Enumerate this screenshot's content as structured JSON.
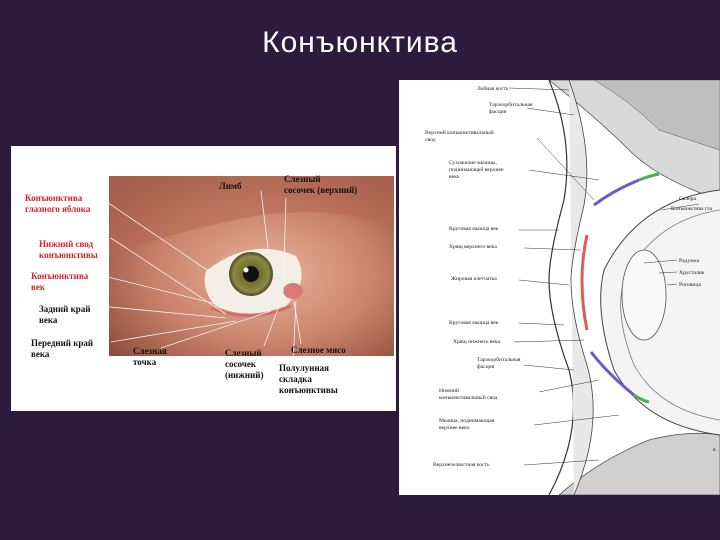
{
  "slide": {
    "title": "Конъюнктива"
  },
  "photo_diagram": {
    "labels_red": {
      "conj_globe_1": "Конъюнктива",
      "conj_globe_2": "глазного яблока",
      "lower_fornix_1": "Нижний свод",
      "lower_fornix_2": "конъюнктивы",
      "conj_lid_1": "Конъюнктива",
      "conj_lid_2": "век"
    },
    "labels_black": {
      "limb": "Лимб",
      "upper_punctum_1": "Слезный",
      "upper_punctum_2": "сосочек (верхний)",
      "posterior_edge_1": "Задний край",
      "posterior_edge_2": "века",
      "anterior_edge_1": "Передний край",
      "anterior_edge_2": "века",
      "lacrimal_point_1": "Слезная",
      "lacrimal_point_2": "точка",
      "lower_punctum_1": "Слезный",
      "lower_punctum_2": "сосочек",
      "lower_punctum_3": "(нижний)",
      "caruncle": "Слезное мясо",
      "semilunar_1": "Полулунная",
      "semilunar_2": "складка",
      "semilunar_3": "конъюнктивы"
    }
  },
  "section_diagram": {
    "labels_left": {
      "frontal_bone": "Лобная кость",
      "tarsoorbital_fascia_1": "Тарзоорбитальная",
      "tarsoorbital_fascia_2": "фасция",
      "upper_conj_fornix_1": "Верхний конъюнктивальный",
      "upper_conj_fornix_2": "свод",
      "levator_tendon_1": "Сухожилие мышцы,",
      "levator_tendon_2": "поднимающей верхнее",
      "levator_tendon_3": "веко",
      "orbicularis_upper": "Круговая мышца век",
      "upper_tarsus": "Хрящ верхнего века",
      "fat_tissue": "Жировая клетчатка",
      "orbicularis_lower": "Круговая мышца век",
      "lower_tarsus": "Хрящ нижнего века",
      "tarsoorbital_lower_1": "Тарзоорбитальная",
      "tarsoorbital_lower_2": "фасция",
      "lower_conj_fornix_1": "Нижний",
      "lower_conj_fornix_2": "конъюнктивальный свод",
      "levator_muscle_1": "Мышца, поднимающая",
      "levator_muscle_2": "верхнее веко",
      "maxillary_bone": "Верхнечелюстная кость"
    },
    "labels_right": {
      "sclera": "Склера",
      "conj_globe": "Конъюнктива гла",
      "iris": "Радужка",
      "lens": "Хрусталик",
      "cornea": "Роговица",
      "edge_b": "в"
    }
  }
}
